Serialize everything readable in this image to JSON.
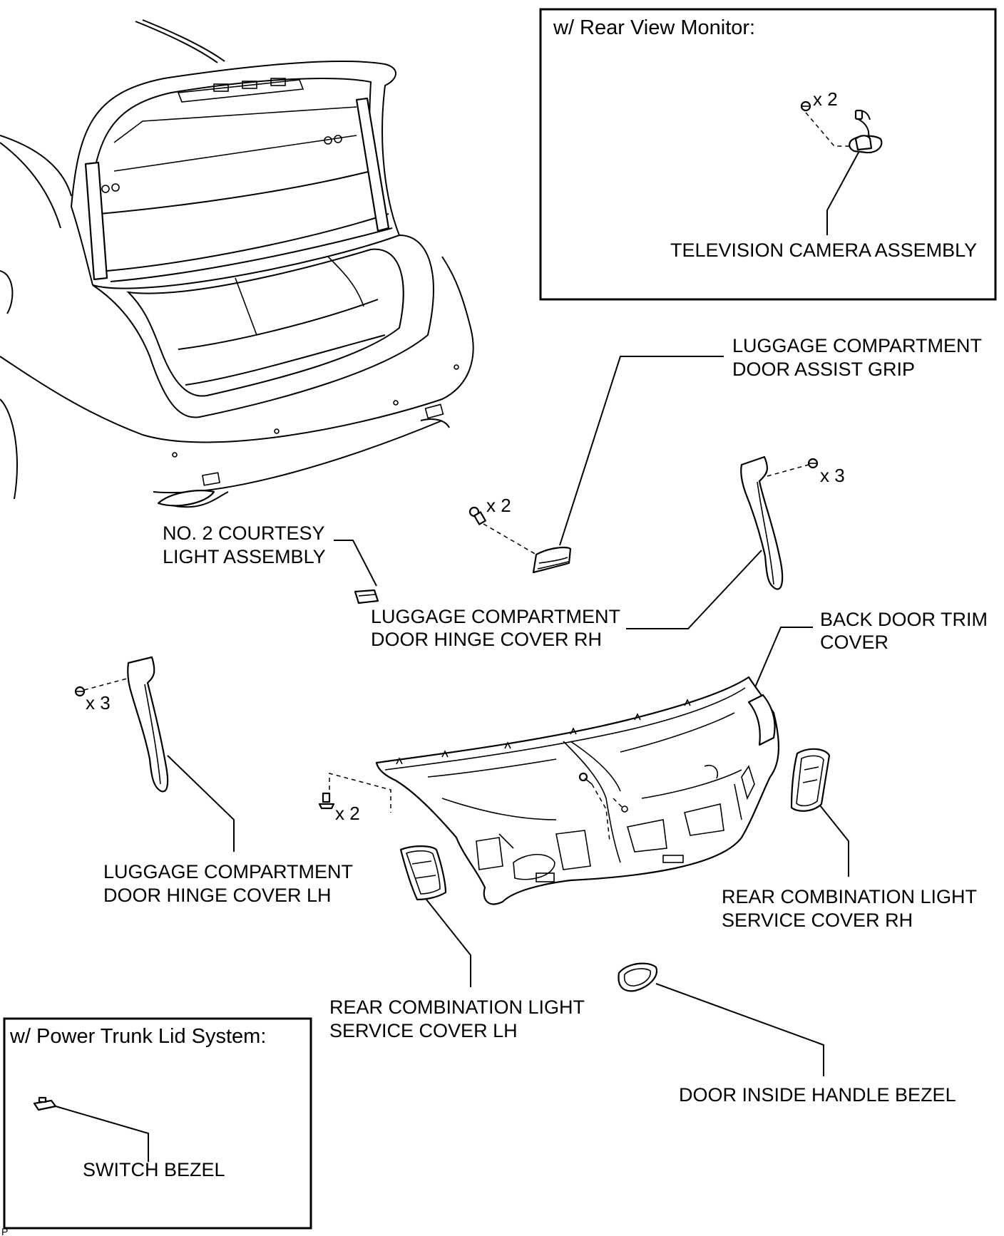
{
  "boxes": {
    "rear_view_monitor": {
      "title": "w/ Rear View Monitor:",
      "part_label": "TELEVISION CAMERA ASSEMBLY",
      "qty": "x 2"
    },
    "power_trunk": {
      "title": "w/ Power Trunk Lid System:",
      "part_label": "SWITCH BEZEL"
    }
  },
  "parts": {
    "assist_grip": {
      "line1": "LUGGAGE COMPARTMENT",
      "line2": "DOOR ASSIST GRIP",
      "qty": "x 2"
    },
    "hinge_cover_rh": {
      "line1": "LUGGAGE COMPARTMENT",
      "line2": "DOOR HINGE COVER RH",
      "qty": "x 3"
    },
    "courtesy_light": {
      "line1": "NO. 2 COURTESY",
      "line2": "LIGHT ASSEMBLY"
    },
    "back_door_trim": {
      "line1": "BACK DOOR TRIM",
      "line2": "COVER",
      "qty": "x 2"
    },
    "hinge_cover_lh": {
      "line1": "LUGGAGE COMPARTMENT",
      "line2": "DOOR HINGE COVER LH",
      "qty": "x 3"
    },
    "rcl_service_rh": {
      "line1": "REAR COMBINATION LIGHT",
      "line2": "SERVICE COVER RH"
    },
    "rcl_service_lh": {
      "line1": "REAR COMBINATION LIGHT",
      "line2": "SERVICE COVER LH"
    },
    "handle_bezel": {
      "line1": "DOOR INSIDE HANDLE BEZEL"
    }
  },
  "corner_mark": "P"
}
